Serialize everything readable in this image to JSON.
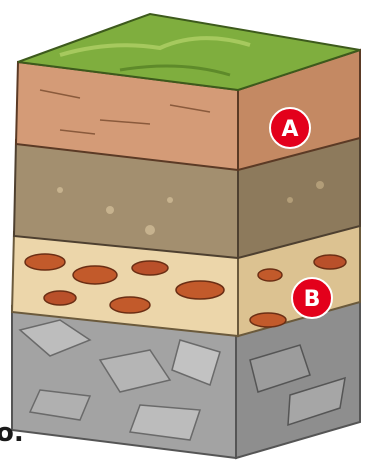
{
  "labels": {
    "a": "A",
    "b": "B"
  },
  "stray_text": "o.",
  "colors": {
    "grass": "#7fae3e",
    "topsoil": "#d39a76",
    "subsoil": "#9e8a6b",
    "substratum": "#e8d2a6",
    "clay_rocks": "#c05a2a",
    "bedrock": "#a9a9a9",
    "badge": "#e3001b"
  }
}
